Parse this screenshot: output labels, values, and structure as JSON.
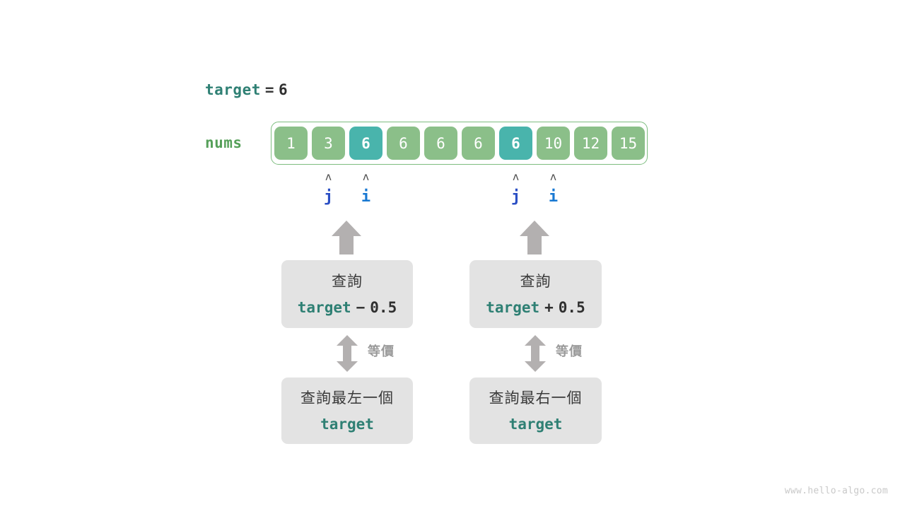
{
  "target": {
    "name": "target",
    "equals": "=",
    "value": "6"
  },
  "array": {
    "label": "nums",
    "values": [
      "1",
      "3",
      "6",
      "6",
      "6",
      "6",
      "6",
      "10",
      "12",
      "15"
    ],
    "highlighted_indices": [
      2,
      6
    ],
    "cell_color": "#8bbf89",
    "highlight_color": "#49b4ac",
    "border_color": "#7dbd7f"
  },
  "pointers": {
    "left": [
      {
        "caret": "ʌ",
        "label": "j",
        "index": 1,
        "color": "#2b4fc4"
      },
      {
        "caret": "ʌ",
        "label": "i",
        "index": 2,
        "color": "#1878d2"
      }
    ],
    "right": [
      {
        "caret": "ʌ",
        "label": "j",
        "index": 6,
        "color": "#2b4fc4"
      },
      {
        "caret": "ʌ",
        "label": "i",
        "index": 7,
        "color": "#1878d2"
      }
    ]
  },
  "columns": [
    {
      "id": "left",
      "query_box": {
        "line1": "查詢",
        "expr_var": "target",
        "expr_op": "−",
        "expr_num": "0.5"
      },
      "equiv_label": "等價",
      "result_box": {
        "line1": "查詢最左一個",
        "line2": "target"
      }
    },
    {
      "id": "right",
      "query_box": {
        "line1": "查詢",
        "expr_var": "target",
        "expr_op": "+",
        "expr_num": "0.5"
      },
      "equiv_label": "等價",
      "result_box": {
        "line1": "查詢最右一個",
        "line2": "target"
      }
    }
  ],
  "watermark": "www.hello-algo.com"
}
